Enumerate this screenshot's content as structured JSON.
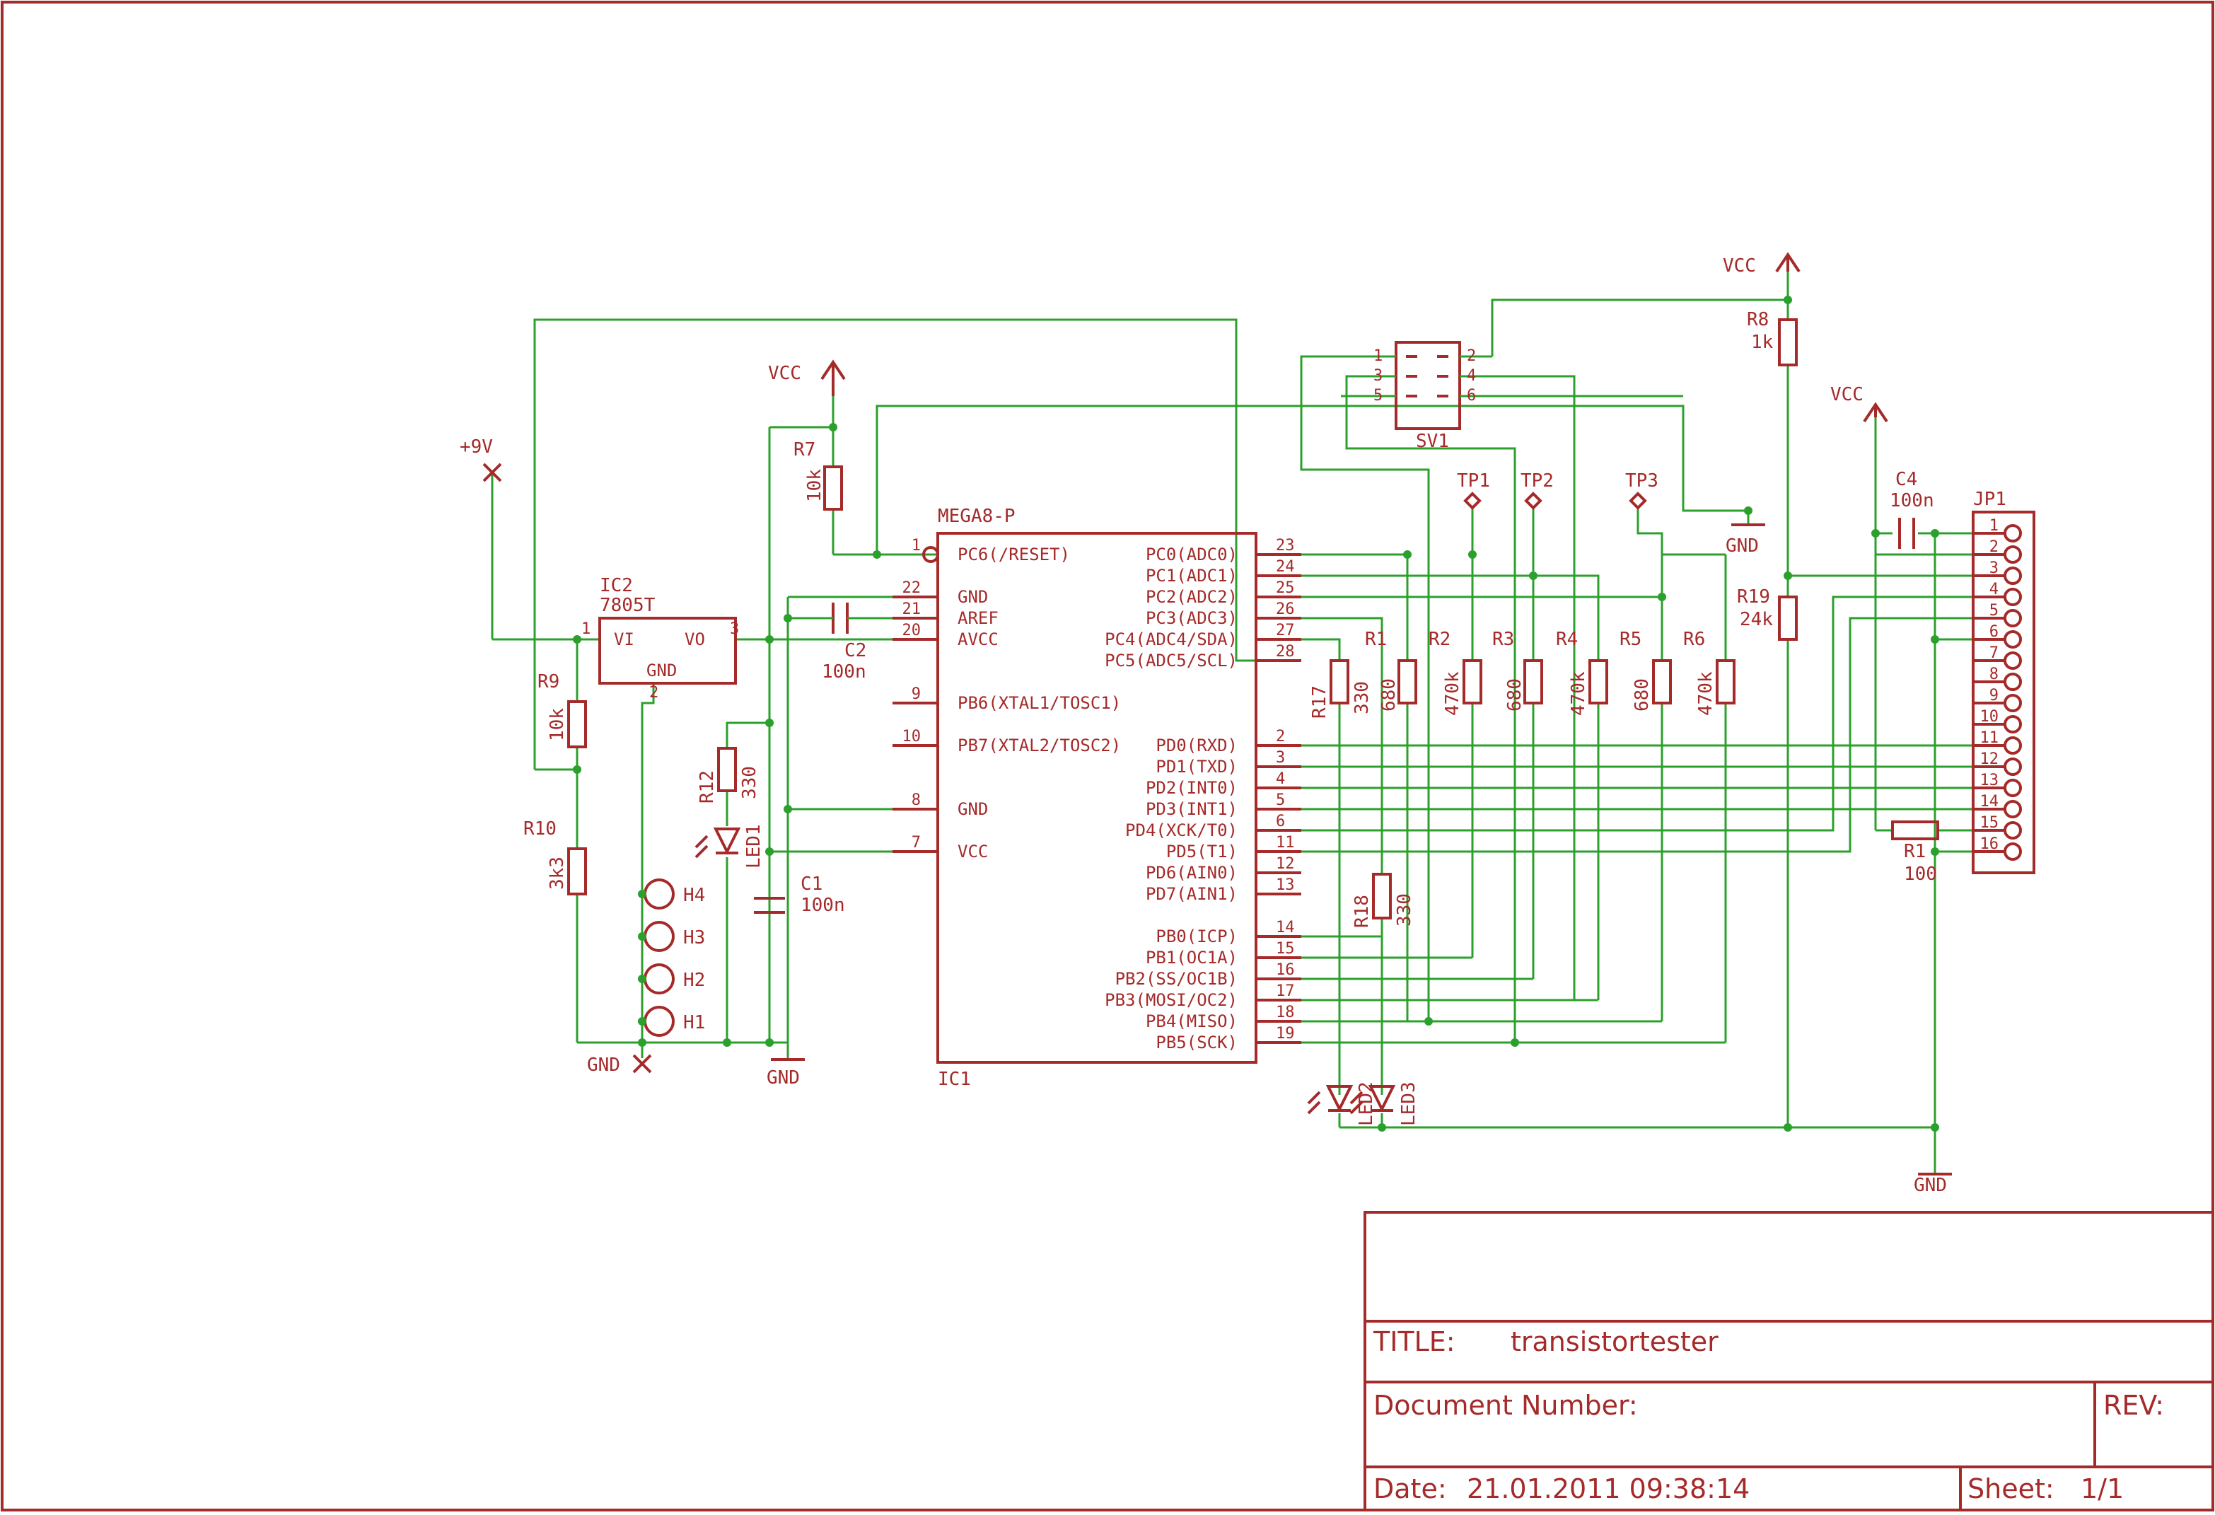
{
  "title_block": {
    "title_caption": "TITLE:",
    "title_value": "transistortester",
    "document_caption": "Document Number:",
    "rev_caption": "REV:",
    "date_caption": "Date:",
    "date_value": "21.01.2011 09:38:14",
    "sheet_caption": "Sheet:",
    "sheet_value": "1/1"
  },
  "power": {
    "vcc": "VCC",
    "gnd": "GND",
    "plus9v": "+9V"
  },
  "ic1": {
    "name": "IC1",
    "value": "MEGA8-P",
    "left_pins": [
      {
        "num": "1",
        "label": "PC6(/RESET)"
      },
      {
        "num": "22",
        "label": "GND"
      },
      {
        "num": "21",
        "label": "AREF"
      },
      {
        "num": "20",
        "label": "AVCC"
      },
      {
        "num": "9",
        "label": "PB6(XTAL1/TOSC1)"
      },
      {
        "num": "10",
        "label": "PB7(XTAL2/TOSC2)"
      },
      {
        "num": "8",
        "label": "GND"
      },
      {
        "num": "7",
        "label": "VCC"
      }
    ],
    "right_pins": [
      {
        "num": "23",
        "label": "PC0(ADC0)"
      },
      {
        "num": "24",
        "label": "PC1(ADC1)"
      },
      {
        "num": "25",
        "label": "PC2(ADC2)"
      },
      {
        "num": "26",
        "label": "PC3(ADC3)"
      },
      {
        "num": "27",
        "label": "PC4(ADC4/SDA)"
      },
      {
        "num": "28",
        "label": "PC5(ADC5/SCL)"
      },
      {
        "num": "2",
        "label": "PD0(RXD)"
      },
      {
        "num": "3",
        "label": "PD1(TXD)"
      },
      {
        "num": "4",
        "label": "PD2(INT0)"
      },
      {
        "num": "5",
        "label": "PD3(INT1)"
      },
      {
        "num": "6",
        "label": "PD4(XCK/T0)"
      },
      {
        "num": "11",
        "label": "PD5(T1)"
      },
      {
        "num": "12",
        "label": "PD6(AIN0)"
      },
      {
        "num": "13",
        "label": "PD7(AIN1)"
      },
      {
        "num": "14",
        "label": "PB0(ICP)"
      },
      {
        "num": "15",
        "label": "PB1(OC1A)"
      },
      {
        "num": "16",
        "label": "PB2(SS/OC1B)"
      },
      {
        "num": "17",
        "label": "PB3(MOSI/OC2)"
      },
      {
        "num": "18",
        "label": "PB4(MISO)"
      },
      {
        "num": "19",
        "label": "PB5(SCK)"
      }
    ]
  },
  "ic2": {
    "name": "IC2",
    "value": "7805T",
    "vi": "VI",
    "vo": "VO",
    "gnd": "GND",
    "pin1": "1",
    "pin2": "2",
    "pin3": "3"
  },
  "resistors": {
    "r7": {
      "name": "R7",
      "value": "10k"
    },
    "r9": {
      "name": "R9",
      "value": "10k"
    },
    "r10": {
      "name": "R10",
      "value": "3k3"
    },
    "r12": {
      "name": "R12",
      "value": "330"
    },
    "r17": {
      "name": "R17",
      "value": "330"
    },
    "r1": {
      "name": "R1",
      "value": "680"
    },
    "r2": {
      "name": "R2",
      "value": "470k"
    },
    "r3": {
      "name": "R3",
      "value": "680"
    },
    "r4": {
      "name": "R4",
      "value": "470k"
    },
    "r5": {
      "name": "R5",
      "value": "680"
    },
    "r6": {
      "name": "R6",
      "value": "470k"
    },
    "r18": {
      "name": "R18",
      "value": "330"
    },
    "r8": {
      "name": "R8",
      "value": "1k"
    },
    "r19": {
      "name": "R19",
      "value": "24k"
    },
    "r1b": {
      "name": "R1",
      "value": "100"
    }
  },
  "capacitors": {
    "c1": {
      "name": "C1",
      "value": "100n"
    },
    "c2": {
      "name": "C2",
      "value": "100n"
    },
    "c4": {
      "name": "C4",
      "value": "100n"
    }
  },
  "leds": {
    "led1": "LED1",
    "led2": "LED2",
    "led3": "LED3"
  },
  "holes": [
    "H4",
    "H3",
    "H2",
    "H1"
  ],
  "testpoints": [
    "TP1",
    "TP2",
    "TP3"
  ],
  "sv1": {
    "name": "SV1",
    "pins": [
      "1",
      "2",
      "3",
      "4",
      "5",
      "6"
    ]
  },
  "jp1": {
    "name": "JP1",
    "pins": [
      "1",
      "2",
      "3",
      "4",
      "5",
      "6",
      "7",
      "8",
      "9",
      "10",
      "11",
      "12",
      "13",
      "14",
      "15",
      "16"
    ]
  },
  "colors": {
    "symbol": "#a52a2a",
    "net": "#2ca02c"
  }
}
